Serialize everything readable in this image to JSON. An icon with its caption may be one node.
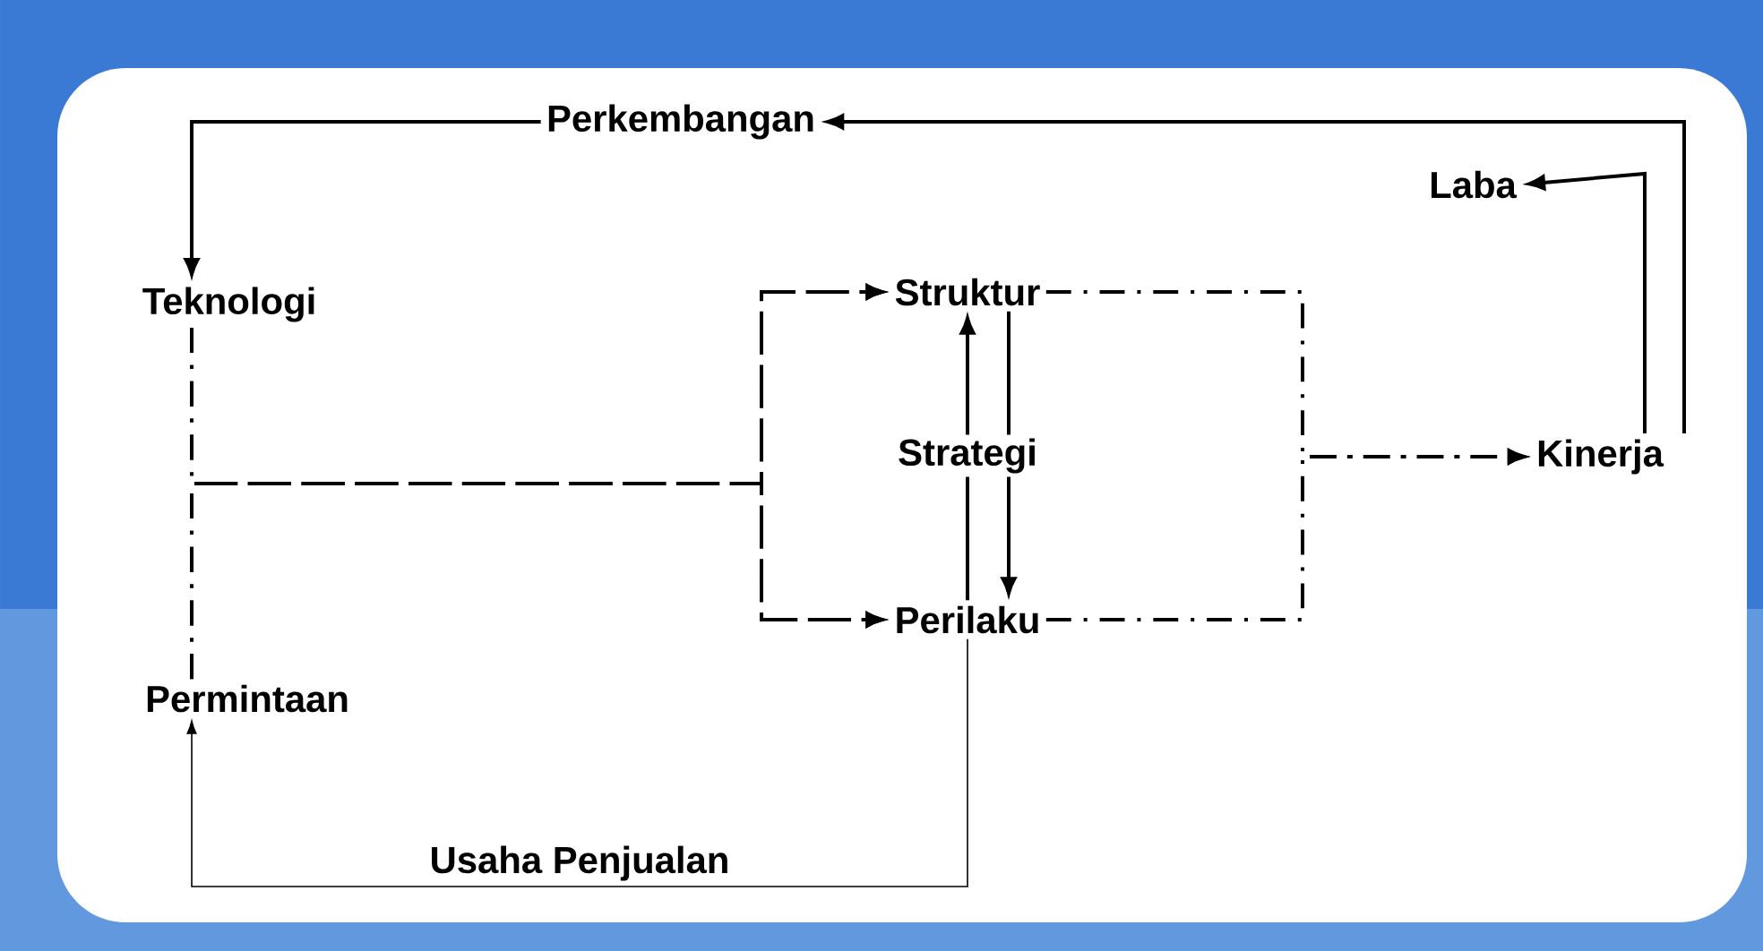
{
  "diagram": {
    "nodes": [
      {
        "text": [
          "Perkembangan"
        ]
      },
      {
        "text": [
          "Laba"
        ]
      },
      {
        "text": [
          "Teknologi"
        ]
      },
      {
        "text": [
          "Struktur"
        ]
      },
      {
        "text": [
          "Kinerja"
        ]
      },
      {
        "text": [
          "Perilaku"
        ]
      },
      {
        "text": [
          "Permintaan"
        ]
      }
    ],
    "edges": [
      {
        "from": 4,
        "to": 0,
        "arrow": "to"
      },
      {
        "from": 4,
        "to": 1,
        "arrow": "to"
      },
      {
        "from": 0,
        "to": 2,
        "arrow": "to"
      },
      {
        "from": 2,
        "to": 3,
        "arrow": "to",
        "style": "dashed"
      },
      {
        "from": 2,
        "to": 5,
        "arrow": "to",
        "style": "dashed"
      },
      {
        "from": 6,
        "to": 3,
        "arrow": "to",
        "style": "dashed"
      },
      {
        "from": 6,
        "to": 5,
        "arrow": "to",
        "style": "dashed"
      },
      {
        "from": 3,
        "to": 4,
        "arrow": "to",
        "style": "dashed"
      },
      {
        "from": 5,
        "to": 4,
        "arrow": "to",
        "style": "dashed"
      },
      {
        "from": 3,
        "to": 5,
        "arrow": "to"
      },
      {
        "from": 5,
        "to": 3,
        "arrow": "to",
        "label": "Strategi"
      },
      {
        "from": 5,
        "to": 6,
        "arrow": "to",
        "label": "Usaha Penjualan"
      }
    ]
  }
}
